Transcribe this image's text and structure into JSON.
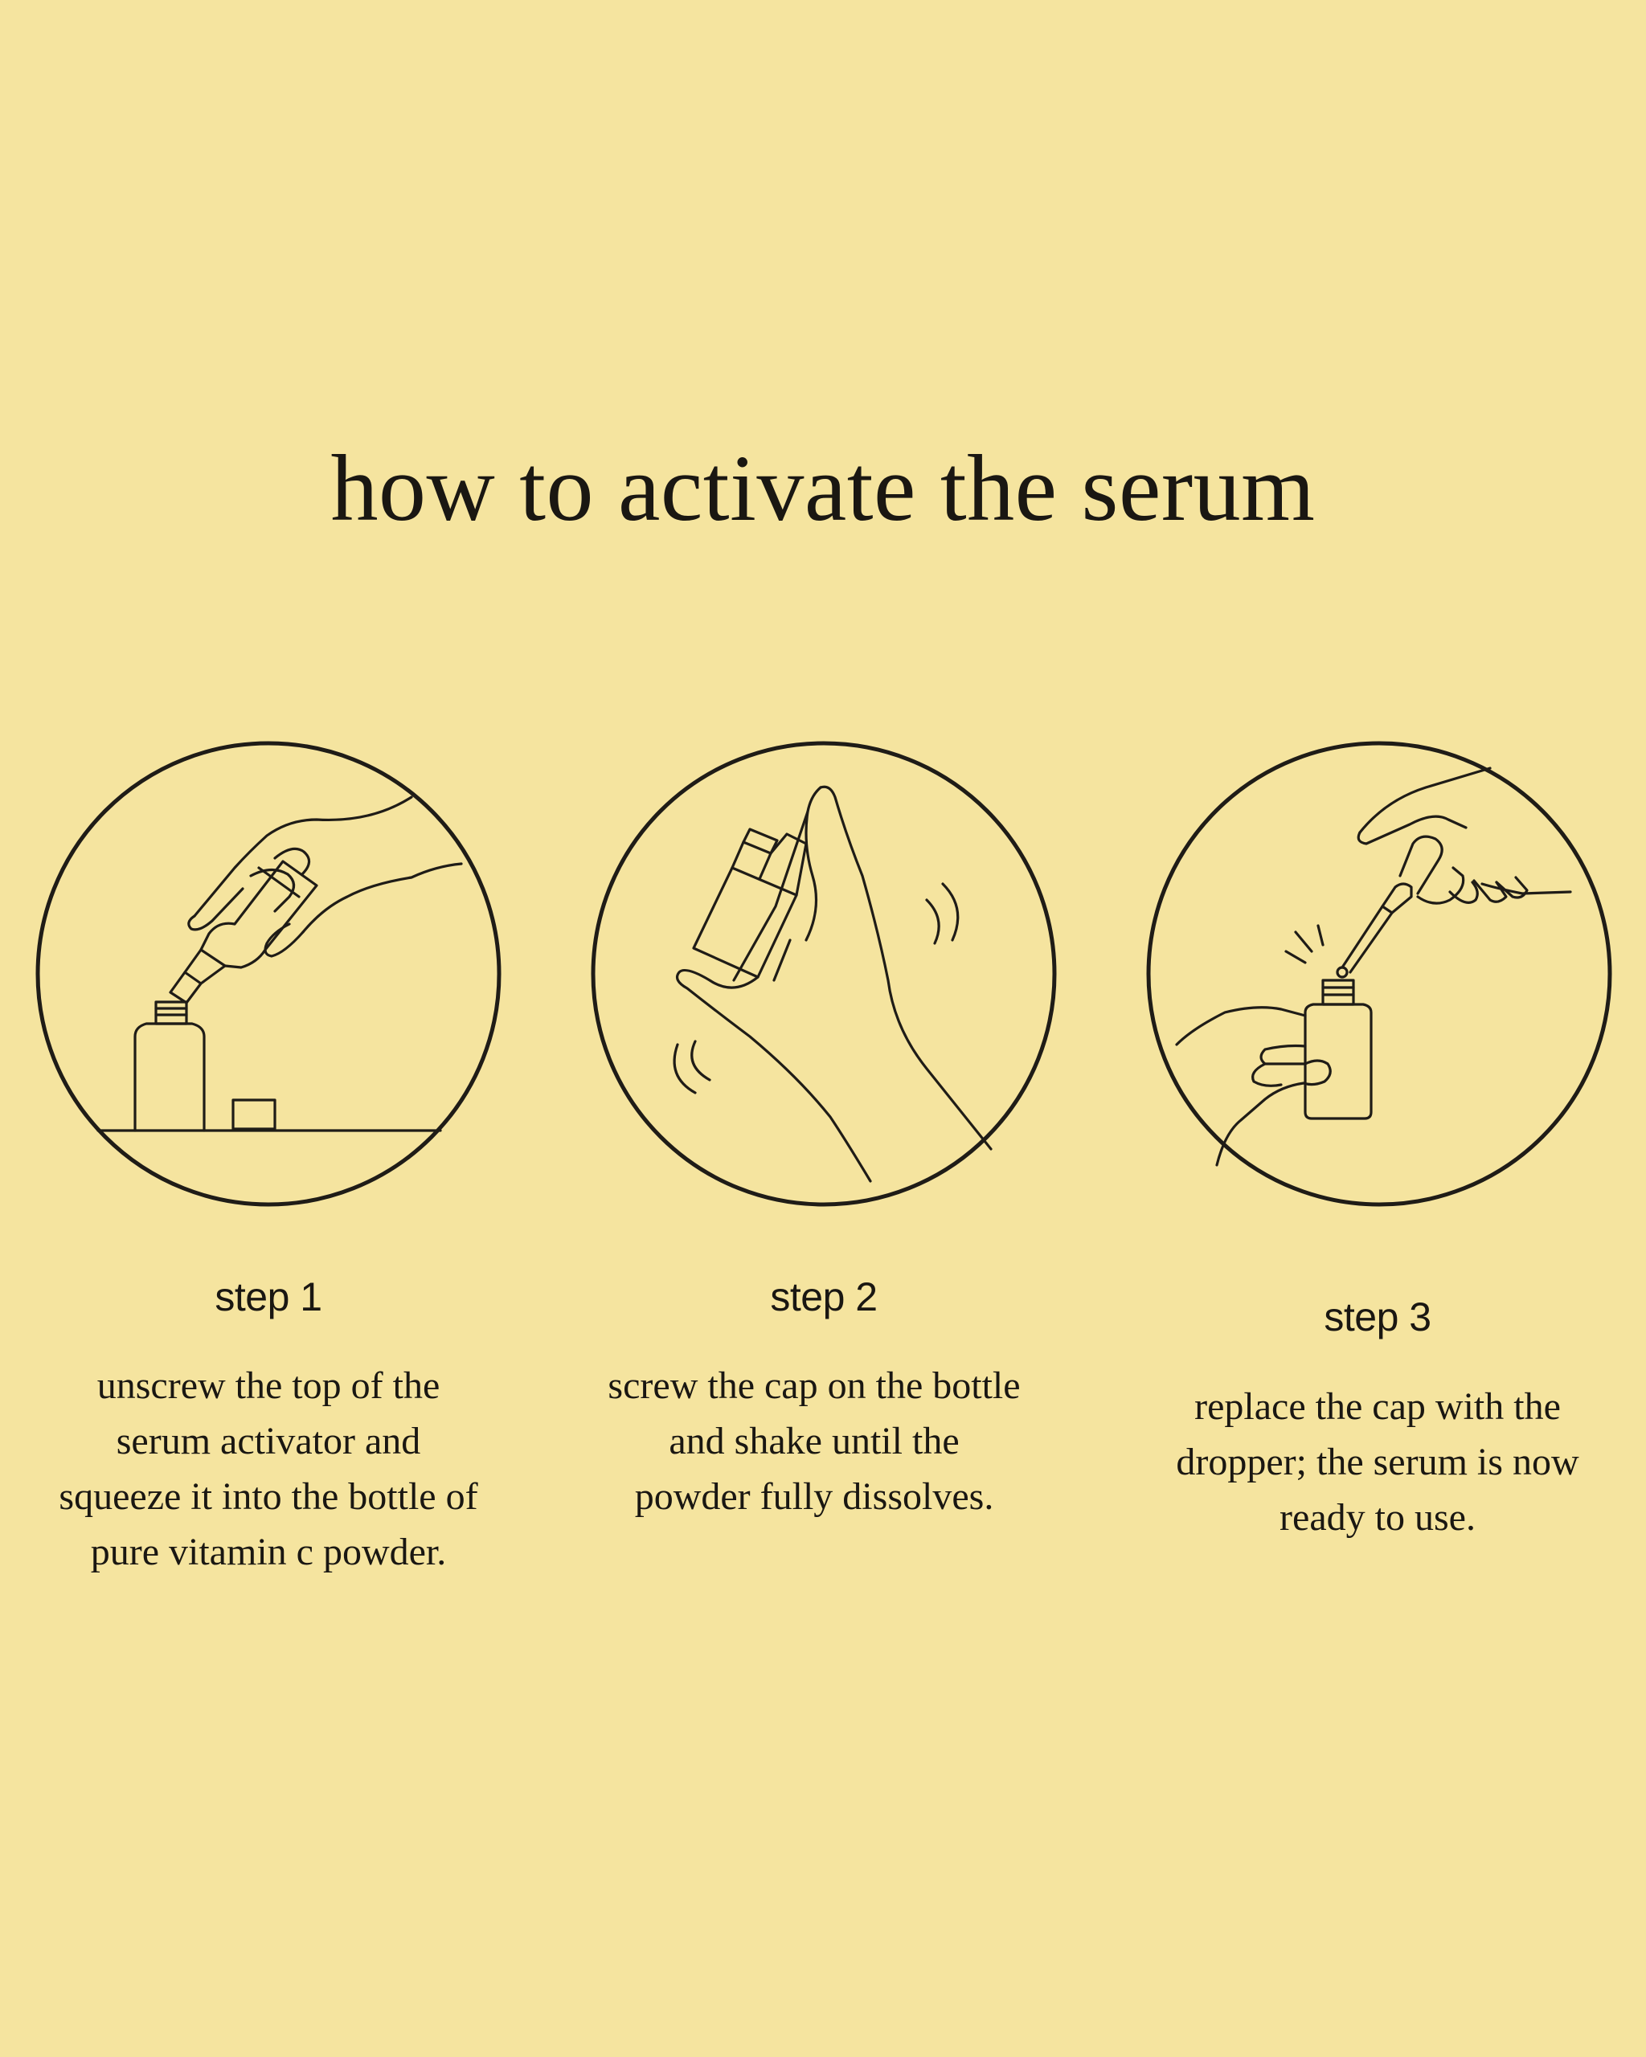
{
  "title": "how to activate the serum",
  "steps": [
    {
      "label": "step 1",
      "lines": [
        "unscrew the top of the",
        "serum activator and",
        "squeeze it into the bottle of",
        "pure vitamin c powder."
      ]
    },
    {
      "label": "step 2",
      "lines": [
        "screw the cap on the bottle",
        "and shake until the",
        "powder fully dissolves."
      ]
    },
    {
      "label": "step 3",
      "lines": [
        "replace the cap with the",
        "dropper; the serum is now",
        "ready to use."
      ]
    }
  ],
  "colors": {
    "background": "#f5e49f",
    "ink": "#1f1c17"
  },
  "illustrations": [
    "hand-squeezing-activator-icon",
    "hand-shaking-bottle-icon",
    "hands-dropper-bottle-icon"
  ]
}
